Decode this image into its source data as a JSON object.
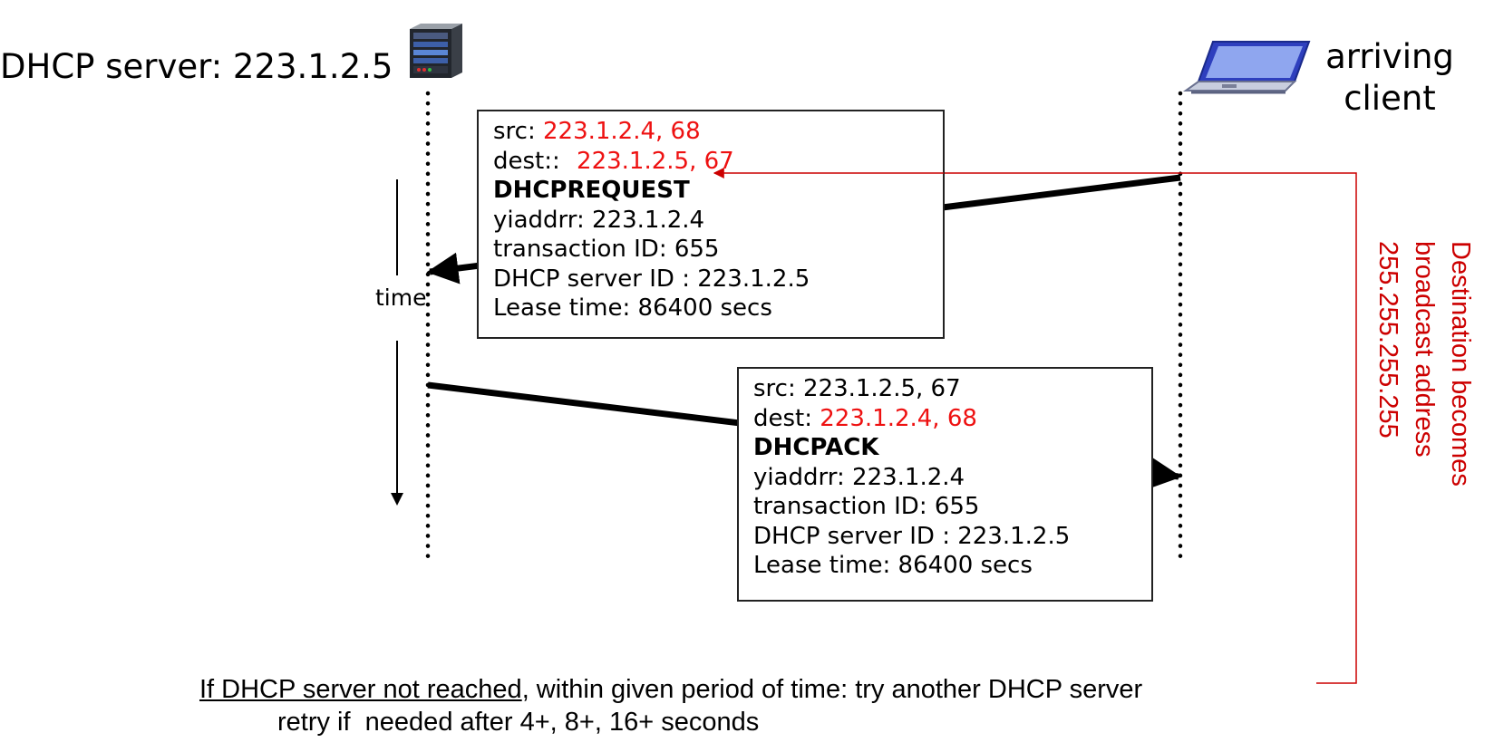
{
  "server": {
    "label": "DHCP server: 223.1.2.5"
  },
  "client": {
    "label_line1": "arriving",
    "label_line2": "client"
  },
  "time_axis": {
    "label": "time"
  },
  "request": {
    "src_label": "src:",
    "src_value": "223.1.2.4, 68",
    "dest_label": "dest::",
    "dest_value": "223.1.2.5, 67",
    "type": "DHCPREQUEST",
    "yiaddr": "yiaddrr: 223.1.2.4",
    "transaction": "transaction ID: 655",
    "server_id": "DHCP server ID : 223.1.2.5",
    "lease": "Lease time: 86400 secs"
  },
  "ack": {
    "src": "src: 223.1.2.5, 67",
    "dest_label": "dest:",
    "dest_value": "223.1.2.4, 68",
    "type": "DHCPACK",
    "yiaddr": "yiaddrr: 223.1.2.4",
    "transaction": "transaction ID: 655",
    "server_id": "DHCP server ID : 223.1.2.5",
    "lease": "Lease time: 86400 secs"
  },
  "annotation": {
    "line1": "Destination becomes",
    "line2": "broadcast address",
    "line3": "255.255.255.255"
  },
  "footer": {
    "underlined": "If DHCP server not reached",
    "rest": ", within given period of time: try another DHCP server",
    "line2": "retry if  needed after 4+, 8+, 16+ seconds"
  },
  "colors": {
    "highlight_red": "#ee1111",
    "annotation_red": "#cc0000",
    "message_type_teal": "#1a6e7a"
  },
  "icons": {
    "server": "server-tower-icon",
    "client": "laptop-icon"
  }
}
